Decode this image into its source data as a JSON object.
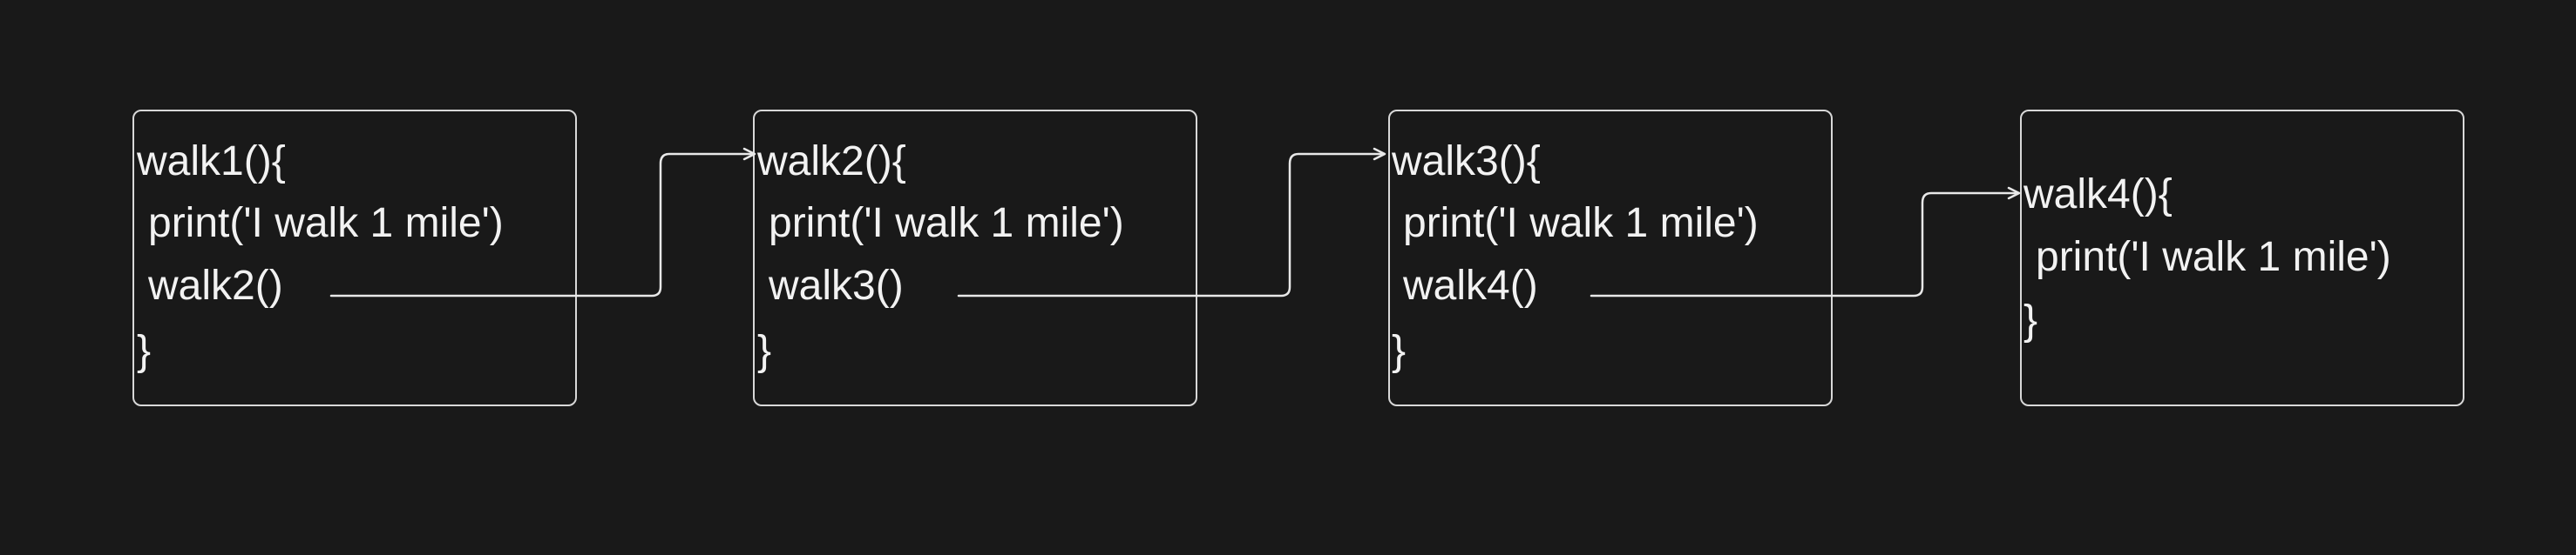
{
  "diagram": {
    "background_color": "#191919",
    "stroke_color": "#d8d8d8",
    "text_color": "#f2f2f2",
    "boxes": [
      {
        "id": "walk1",
        "lines": [
          "walk1(){",
          " print('I walk 1 mile')",
          " walk2()",
          "}"
        ]
      },
      {
        "id": "walk2",
        "lines": [
          "walk2(){",
          " print('I walk 1 mile')",
          " walk3()",
          "}"
        ]
      },
      {
        "id": "walk3",
        "lines": [
          "walk3(){",
          " print('I walk 1 mile')",
          " walk4()",
          "}"
        ]
      },
      {
        "id": "walk4",
        "lines": [
          "walk4(){",
          " print('I walk 1 mile')",
          "}"
        ]
      }
    ],
    "edges": [
      {
        "from": "walk1",
        "to": "walk2"
      },
      {
        "from": "walk2",
        "to": "walk3"
      },
      {
        "from": "walk3",
        "to": "walk4"
      }
    ]
  }
}
